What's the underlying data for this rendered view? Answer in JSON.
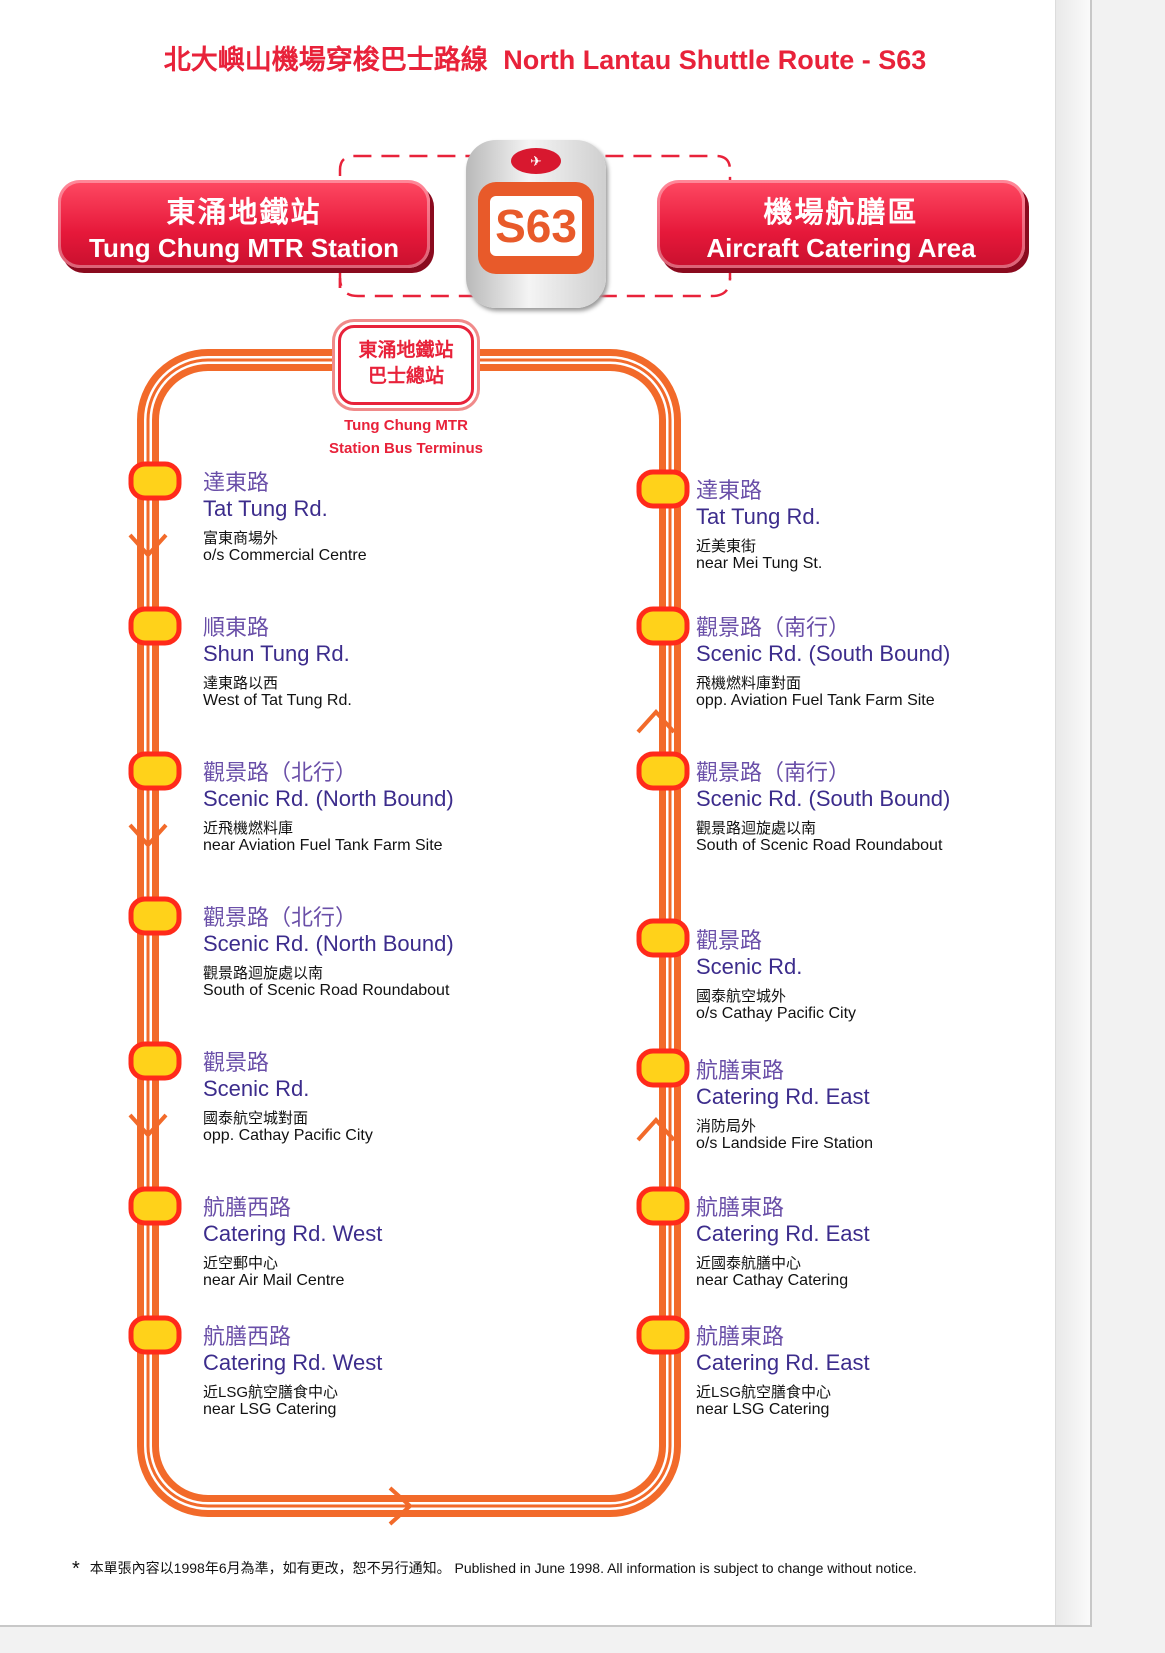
{
  "title": {
    "zh": "北大嶼山機場穿梭巴士路線",
    "en": "North Lantau Shuttle Route - S63"
  },
  "endpoints": {
    "left": {
      "zh": "東涌地鐵站",
      "en": "Tung Chung MTR Station"
    },
    "right": {
      "zh": "機場航膳區",
      "en": "Aircraft Catering Area"
    }
  },
  "route_badge": {
    "number": "S63"
  },
  "terminus": {
    "zh_line1": "東涌地鐵站",
    "zh_line2": "巴士總站",
    "en_line1": "Tung Chung MTR",
    "en_line2": "Station Bus Terminus"
  },
  "stops_left": [
    {
      "zh": "達東路",
      "en": "Tat Tung Rd.",
      "detail_zh": "富東商場外",
      "detail_en": "o/s Commercial Centre"
    },
    {
      "zh": "順東路",
      "en": "Shun Tung Rd.",
      "detail_zh": "達東路以西",
      "detail_en": "West of Tat Tung Rd."
    },
    {
      "zh": "觀景路（北行）",
      "en": "Scenic Rd. (North Bound)",
      "detail_zh": "近飛機燃料庫",
      "detail_en": "near Aviation Fuel Tank Farm Site"
    },
    {
      "zh": "觀景路（北行）",
      "en": "Scenic Rd. (North Bound)",
      "detail_zh": "觀景路迴旋處以南",
      "detail_en": "South of Scenic Road Roundabout"
    },
    {
      "zh": "觀景路",
      "en": "Scenic Rd.",
      "detail_zh": "國泰航空城對面",
      "detail_en": "opp. Cathay Pacific City"
    },
    {
      "zh": "航膳西路",
      "en": "Catering Rd. West",
      "detail_zh": "近空郵中心",
      "detail_en": "near Air Mail Centre"
    },
    {
      "zh": "航膳西路",
      "en": "Catering Rd. West",
      "detail_zh": "近LSG航空膳食中心",
      "detail_en": "near LSG Catering"
    }
  ],
  "stops_right": [
    {
      "zh": "達東路",
      "en": "Tat Tung Rd.",
      "detail_zh": "近美東街",
      "detail_en": "near Mei Tung St."
    },
    {
      "zh": "觀景路（南行）",
      "en": "Scenic Rd. (South Bound)",
      "detail_zh": "飛機燃料庫對面",
      "detail_en": "opp. Aviation Fuel Tank Farm Site"
    },
    {
      "zh": "觀景路（南行）",
      "en": "Scenic Rd. (South Bound)",
      "detail_zh": "觀景路迴旋處以南",
      "detail_en": "South of Scenic Road Roundabout"
    },
    {
      "zh": "觀景路",
      "en": "Scenic Rd.",
      "detail_zh": "國泰航空城外",
      "detail_en": "o/s Cathay Pacific City"
    },
    {
      "zh": "航膳東路",
      "en": "Catering Rd. East",
      "detail_zh": "消防局外",
      "detail_en": "o/s Landside Fire Station"
    },
    {
      "zh": "航膳東路",
      "en": "Catering Rd. East",
      "detail_zh": "近國泰航膳中心",
      "detail_en": "near Cathay Catering"
    },
    {
      "zh": "航膳東路",
      "en": "Catering Rd. East",
      "detail_zh": "近LSG航空膳食中心",
      "detail_en": "near LSG Catering"
    }
  ],
  "footer": {
    "zh": "本單張內容以1998年6月為準，如有更改，恕不另行通知。",
    "en": "Published in June 1998. All information is subject to change without notice."
  },
  "colors": {
    "title_red": "#e8223a",
    "route_orange": "#f26a2a",
    "stop_yellow": "#ffd21a",
    "stop_name_purple": "#3c2c8c"
  }
}
